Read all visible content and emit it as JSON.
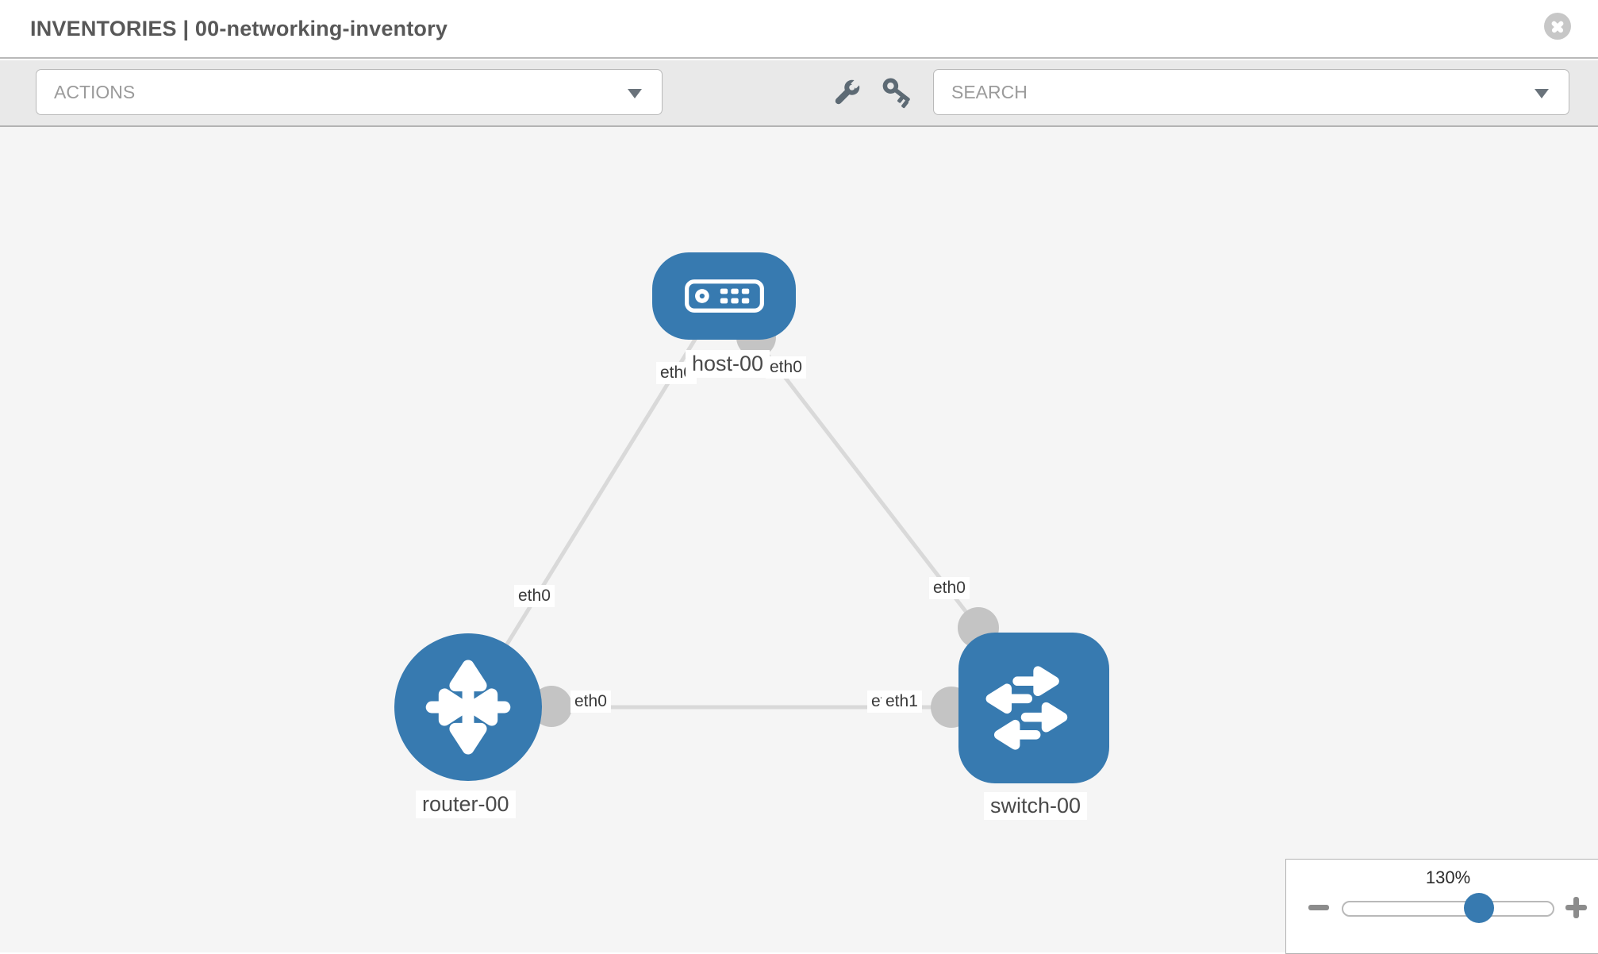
{
  "header": {
    "title": "INVENTORIES | 00-networking-inventory"
  },
  "toolbar": {
    "actions_placeholder": "ACTIONS",
    "search_placeholder": "SEARCH"
  },
  "topology": {
    "nodes": [
      {
        "label": "host-00",
        "type": "host"
      },
      {
        "label": "router-00",
        "type": "router"
      },
      {
        "label": "switch-00",
        "type": "switch"
      }
    ],
    "interface_labels": [
      {
        "text": "eth0",
        "position": "host-to-router-at-host"
      },
      {
        "text": "eth0",
        "position": "host-to-switch-at-host"
      },
      {
        "text": "eth0",
        "position": "host-to-router-at-router"
      },
      {
        "text": "eth0",
        "position": "host-to-switch-at-switch"
      },
      {
        "text": "eth0",
        "position": "router-to-switch-at-router"
      },
      {
        "text": "eth1",
        "position": "router-to-switch-at-switch-back"
      },
      {
        "text": "eth1",
        "position": "router-to-switch-at-switch-front"
      }
    ],
    "links": [
      {
        "from": "host-00",
        "to": "router-00"
      },
      {
        "from": "host-00",
        "to": "switch-00"
      },
      {
        "from": "router-00",
        "to": "switch-00"
      }
    ]
  },
  "zoom_control": {
    "level": "130%"
  },
  "colors": {
    "node_blue": "#377ab0",
    "slider_thumb_blue": "#377ab0",
    "link_gray": "#d9d9d9",
    "connector_gray": "#c4c4c4",
    "canvas_bg": "#f5f5f5",
    "toolbar_bg": "#e9e9e9",
    "title_gray": "#585858"
  }
}
